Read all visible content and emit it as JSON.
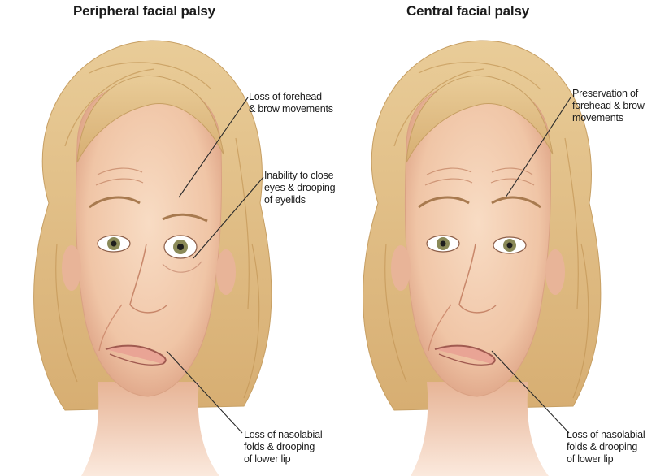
{
  "panels": [
    {
      "title": "Peripheral facial palsy",
      "labels": {
        "forehead": [
          "Loss of forehead",
          "& brow movements"
        ],
        "eyes": [
          "Inability to close",
          "eyes & drooping",
          "of eyelids"
        ],
        "lips": [
          "Loss of nasolabial",
          "folds & drooping",
          "of lower lip"
        ]
      }
    },
    {
      "title": "Central facial palsy",
      "labels": {
        "forehead": [
          "Preservation of",
          "forehead & brow",
          "movements"
        ],
        "lips": [
          "Loss of nasolabial",
          "folds & drooping",
          "of lower lip"
        ]
      }
    }
  ],
  "colors": {
    "hair": "#e3c08a",
    "hair_shadow": "#c89a5c",
    "skin": "#f3cdb0",
    "skin_shadow": "#e2a88a",
    "leader_line": "#2a2a2a",
    "iris": "#8a8a58"
  }
}
